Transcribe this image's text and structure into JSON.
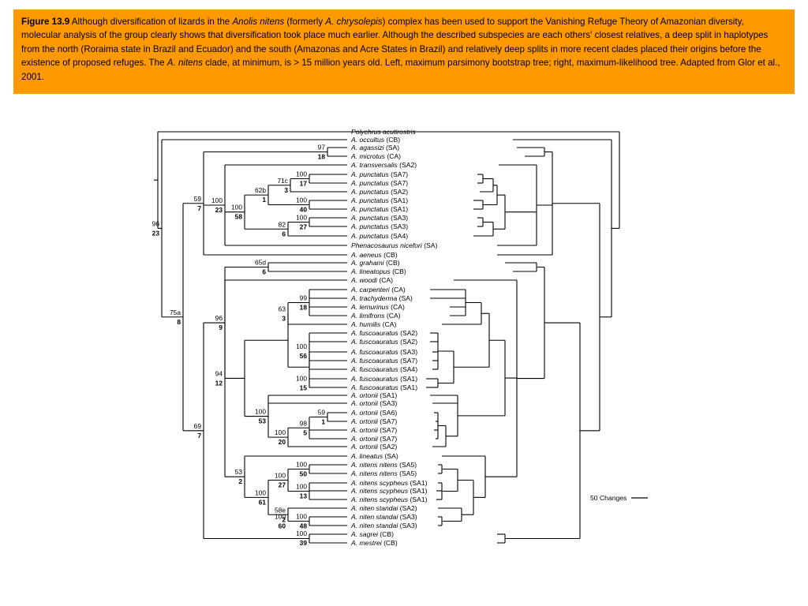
{
  "caption": {
    "parts": [
      {
        "text": "Figure 13.9",
        "style": "b"
      },
      {
        "text": " Although diversification of lizards in the ",
        "style": ""
      },
      {
        "text": "Anolis nitens",
        "style": "i"
      },
      {
        "text": " (formerly ",
        "style": ""
      },
      {
        "text": "A. chrysolepis",
        "style": "i"
      },
      {
        "text": ") complex has been used to support the Vanishing Refuge Theory of Amazonian diversity, molecular analysis of the group clearly shows that diversification took place much earlier. Although the described subspecies are each others' closest relatives, a deep split in haplotypes from the north (Roraima state in Brazil and Ecuador) and the south (Amazonas and Acre States in Brazil) and relatively deep splits in more recent clades placed their origins before the existence of proposed refuges. The ",
        "style": ""
      },
      {
        "text": "A. nitens",
        "style": "i"
      },
      {
        "text": " clade, at minimum, is > 15 million years old. Left, maximum parsimony bootstrap tree; right, maximum-likelihood tree. Adapted from Glor et al., 2001.",
        "style": ""
      }
    ]
  },
  "taxa": [
    {
      "name": "Polychrus acutirostris",
      "loc": ""
    },
    {
      "name": "A. occultus",
      "loc": "(CB)"
    },
    {
      "name": "A. agassizi",
      "loc": "(SA)"
    },
    {
      "name": "A. microtus",
      "loc": "(CA)"
    },
    {
      "name": "A. transversalis",
      "loc": "(SA2)"
    },
    {
      "name": "A. punctatus",
      "loc": "(SA7)"
    },
    {
      "name": "A. punctatus",
      "loc": "(SA7)"
    },
    {
      "name": "A. punctatus",
      "loc": "(SA2)"
    },
    {
      "name": "A. punctatus",
      "loc": "(SA1)"
    },
    {
      "name": "A. punctatus",
      "loc": "(SA1)"
    },
    {
      "name": "A. punctatus",
      "loc": "(SA3)"
    },
    {
      "name": "A. punctatus",
      "loc": "(SA3)"
    },
    {
      "name": "A. punctatus",
      "loc": "(SA4)"
    },
    {
      "name": "Phenacosaurus nicefori",
      "loc": "(SA)"
    },
    {
      "name": "A. aeneus",
      "loc": "(CB)"
    },
    {
      "name": "A. grahami",
      "loc": "(CB)"
    },
    {
      "name": "A. lineatopus",
      "loc": "(CB)"
    },
    {
      "name": "A. woodi",
      "loc": "(CA)"
    },
    {
      "name": "A. carpenteri",
      "loc": "(CA)"
    },
    {
      "name": "A. trachyderma",
      "loc": "(SA)"
    },
    {
      "name": "A. lemurinus",
      "loc": "(CA)"
    },
    {
      "name": "A. limifrons",
      "loc": "(CA)"
    },
    {
      "name": "A. humilis",
      "loc": "(CA)"
    },
    {
      "name": "A. fuscoauratus",
      "loc": "(SA2)"
    },
    {
      "name": "A. fuscoauratus",
      "loc": "(SA2)"
    },
    {
      "name": "A. fuscoauratus",
      "loc": "(SA3)"
    },
    {
      "name": "A. fuscoauratus",
      "loc": "(SA7)"
    },
    {
      "name": "A. fuscoauratus",
      "loc": "(SA4)"
    },
    {
      "name": "A. fuscoauratus",
      "loc": "(SA1)"
    },
    {
      "name": "A. fuscoauratus",
      "loc": "(SA1)"
    },
    {
      "name": "A. ortonii",
      "loc": "(SA1)"
    },
    {
      "name": "A. ortonii",
      "loc": "(SA3)"
    },
    {
      "name": "A. ortonii",
      "loc": "(SA6)"
    },
    {
      "name": "A. ortonii",
      "loc": "(SA7)"
    },
    {
      "name": "A. ortonii",
      "loc": "(SA7)"
    },
    {
      "name": "A. ortonii",
      "loc": "(SA7)"
    },
    {
      "name": "A. ortonii",
      "loc": "(SA2)"
    },
    {
      "name": "A. lineatus",
      "loc": "(SA)"
    },
    {
      "name": "A. nitens nitens",
      "loc": "(SA5)"
    },
    {
      "name": "A. nitens nitens",
      "loc": "(SA5)"
    },
    {
      "name": "A. nitens scypheus",
      "loc": "(SA1)"
    },
    {
      "name": "A. nitens scypheus",
      "loc": "(SA1)"
    },
    {
      "name": "A. nitens scypheus",
      "loc": "(SA1)"
    },
    {
      "name": "A. niten standai",
      "loc": "(SA2)"
    },
    {
      "name": "A. niten standai",
      "loc": "(SA3)"
    },
    {
      "name": "A. niten standai",
      "loc": "(SA3)"
    },
    {
      "name": "A. sagrei",
      "loc": "(CB)"
    },
    {
      "name": "A. mestrei",
      "loc": "(CB)"
    }
  ],
  "parsimony_tree": {
    "nodes": [
      {
        "boot": "97",
        "decay": "18"
      },
      {
        "boot": "100",
        "decay": "23"
      },
      {
        "boot": "71c",
        "decay": "3"
      },
      {
        "boot": "100",
        "decay": "17"
      },
      {
        "boot": "62b",
        "decay": "1"
      },
      {
        "boot": "100",
        "decay": "40"
      },
      {
        "boot": "100",
        "decay": "58"
      },
      {
        "boot": "82",
        "decay": "6"
      },
      {
        "boot": "100",
        "decay": "27"
      },
      {
        "boot": "59",
        "decay": "7"
      },
      {
        "boot": "75a",
        "decay": "8"
      },
      {
        "boot": "65d",
        "decay": "6"
      },
      {
        "boot": "99",
        "decay": "18"
      },
      {
        "boot": "63",
        "decay": "3"
      },
      {
        "boot": "100",
        "decay": "56"
      },
      {
        "boot": "100",
        "decay": "15"
      },
      {
        "boot": "96",
        "decay": "23"
      },
      {
        "boot": "69",
        "decay": "7"
      },
      {
        "boot": "94",
        "decay": "12"
      },
      {
        "boot": "59",
        "decay": "1"
      },
      {
        "boot": "98",
        "decay": "5"
      },
      {
        "boot": "100",
        "decay": "20"
      },
      {
        "boot": "100",
        "decay": "53"
      },
      {
        "boot": "96",
        "decay": "9"
      },
      {
        "boot": "100",
        "decay": "50"
      },
      {
        "boot": "53",
        "decay": "2"
      },
      {
        "boot": "100",
        "decay": "27"
      },
      {
        "boot": "100",
        "decay": "13"
      },
      {
        "boot": "100",
        "decay": "61"
      },
      {
        "boot": "58e",
        "decay": "2"
      },
      {
        "boot": "100",
        "decay": "48"
      },
      {
        "boot": "100",
        "decay": "60"
      },
      {
        "boot": "100",
        "decay": "39"
      }
    ]
  },
  "scale_bar": {
    "label": "50 Changes"
  }
}
